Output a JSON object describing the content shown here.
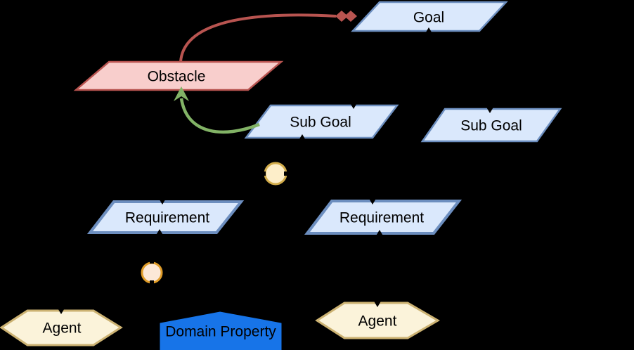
{
  "diagram": {
    "kind": "KAOS goal model",
    "background_color": "#000000",
    "nodes": {
      "goal": {
        "label": "Goal",
        "shape": "parallelogram",
        "fill": "#dae8fc",
        "stroke": "#6c8ebf"
      },
      "obstacle": {
        "label": "Obstacle",
        "shape": "parallelogram",
        "fill": "#f8cecc",
        "stroke": "#b85450"
      },
      "sub_goal_left": {
        "label": "Sub Goal",
        "shape": "parallelogram",
        "fill": "#dae8fc",
        "stroke": "#6c8ebf"
      },
      "sub_goal_right": {
        "label": "Sub Goal",
        "shape": "parallelogram",
        "fill": "#dae8fc",
        "stroke": "#6c8ebf"
      },
      "requirement_left": {
        "label": "Requirement",
        "shape": "parallelogram",
        "fill": "#dae8fc",
        "stroke": "#6c8ebf"
      },
      "requirement_right": {
        "label": "Requirement",
        "shape": "parallelogram",
        "fill": "#dae8fc",
        "stroke": "#6c8ebf"
      },
      "agent_left": {
        "label": "Agent",
        "shape": "hexagon",
        "fill": "#fbf3da",
        "stroke": "#ccb272"
      },
      "agent_right": {
        "label": "Agent",
        "shape": "hexagon",
        "fill": "#fbf3da",
        "stroke": "#ccb272"
      },
      "domain_property": {
        "label": "Domain Property",
        "shape": "pentagon",
        "fill": "#1774e8",
        "text_color": "#ececec"
      },
      "refinement_node_upper": {
        "shape": "circle",
        "fill": "#fdeec9",
        "stroke": "#d2ac4a"
      },
      "refinement_node_lower": {
        "shape": "circle",
        "fill": "#fce8d7",
        "stroke": "#e09c28"
      }
    },
    "edges": {
      "obstruction": {
        "from": "Obstacle",
        "to": "Goal",
        "color": "#b85450",
        "arrowhead": "double-diamond"
      },
      "resolution": {
        "from": "Sub Goal",
        "to": "Obstacle",
        "color": "#82b366",
        "arrowhead": "open-arrow"
      },
      "refinement": {
        "color": "#000000",
        "arrowhead": "small-triangle"
      }
    }
  }
}
